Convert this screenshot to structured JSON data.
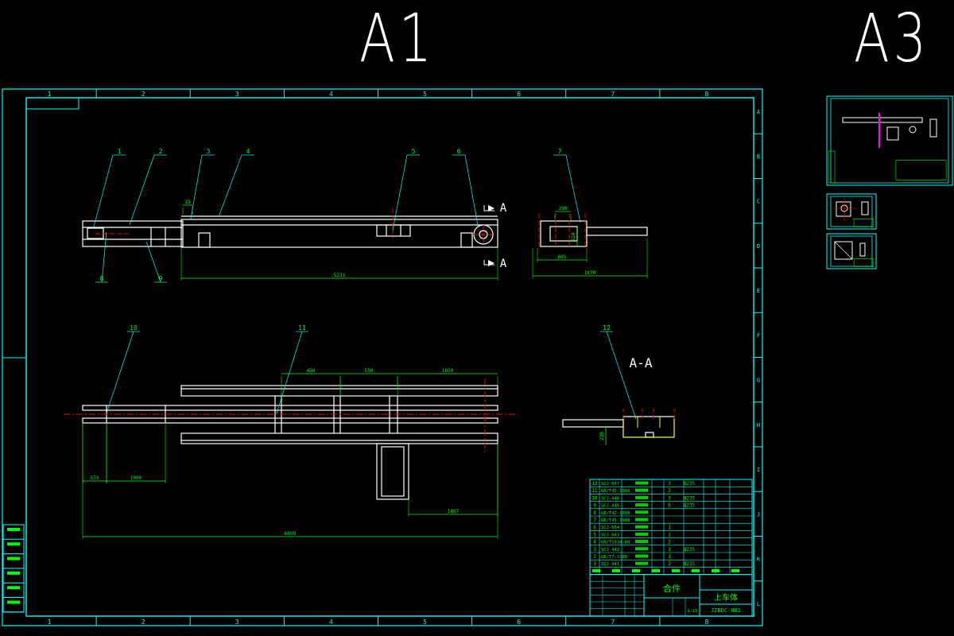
{
  "sheets": {
    "main": "A1",
    "secondary": "A3"
  },
  "grid": {
    "cols": [
      "1",
      "2",
      "3",
      "4",
      "5",
      "6",
      "7",
      "8"
    ],
    "rows": [
      "A",
      "B",
      "C",
      "D",
      "E",
      "F",
      "G",
      "H",
      "I",
      "J",
      "K",
      "L"
    ]
  },
  "balloons": [
    "1",
    "2",
    "3",
    "4",
    "5",
    "6",
    "7",
    "8",
    "9",
    "10",
    "11",
    "12"
  ],
  "section": {
    "mark": "A",
    "title": "A-A"
  },
  "dimensions": {
    "top_small": "15",
    "top_overall": "5231",
    "side_a": "290",
    "side_b": "605",
    "side_c": "1870",
    "side_h": "224",
    "plan_a": "458",
    "plan_b": "550",
    "plan_c": "1650",
    "plan_d": "573",
    "plan_e": "1000",
    "plan_f": "1467",
    "plan_overall": "6898",
    "section_h": "230"
  },
  "bom": [
    {
      "no": "12",
      "code": "SCJ-667",
      "name": "",
      "qty": "3",
      "material": "Q235"
    },
    {
      "no": "11",
      "code": "GB/T45-1988",
      "name": "",
      "qty": "3",
      "material": ""
    },
    {
      "no": "10",
      "code": "SCJ-446",
      "name": "",
      "qty": "3",
      "material": "Q235"
    },
    {
      "no": "9",
      "code": "SCJ-445",
      "name": "",
      "qty": "6",
      "material": "Q235"
    },
    {
      "no": "8",
      "code": "GB/T42-1998",
      "name": "",
      "qty": "",
      "material": ""
    },
    {
      "no": "7",
      "code": "GB/T45-1988",
      "name": "",
      "qty": "",
      "material": ""
    },
    {
      "no": "6",
      "code": "SCJ-664",
      "name": "",
      "qty": "1",
      "material": ""
    },
    {
      "no": "5",
      "code": "SCJ-663",
      "name": "",
      "qty": "1",
      "material": ""
    },
    {
      "no": "4",
      "code": "GB/T5034-89",
      "name": "",
      "qty": "2",
      "material": ""
    },
    {
      "no": "3",
      "code": "SCJ-442",
      "name": "",
      "qty": "2",
      "material": "Q235"
    },
    {
      "no": "2",
      "code": "GB/T7-1988",
      "name": "",
      "qty": "3",
      "material": ""
    },
    {
      "no": "1",
      "code": "SCJ-441",
      "name": "",
      "qty": "2",
      "material": "Q235"
    }
  ],
  "title_block": {
    "drawing_no": "JZBDC-001",
    "scale": "1:15",
    "assembly": "合件",
    "product": "上车体"
  },
  "colors": {
    "frame": "#00ffff",
    "part": "#ffffff",
    "dim": "#00ff00",
    "center": "#ff0000",
    "leader": "#00ffff",
    "magenta": "#ff00ff",
    "yellow": "#ffff00",
    "background": "#000000"
  }
}
